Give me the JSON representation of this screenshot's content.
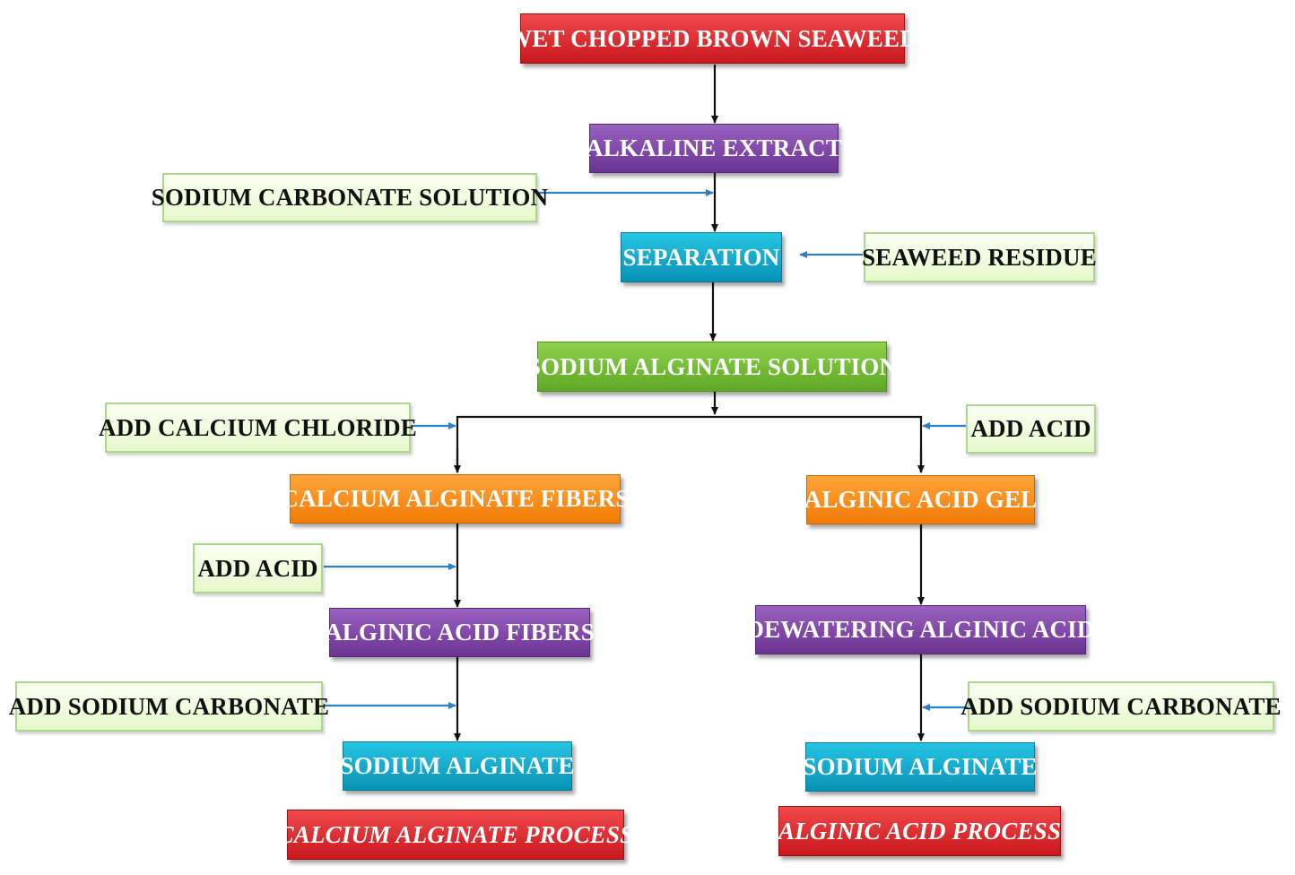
{
  "nodes": {
    "wet_seaweed": "WET  CHOPPED BROWN SEAWEED",
    "alkaline_extract": "ALKALINE  EXTRACT",
    "sodium_carbonate_solution": "SODIUM  CARBONATE  SOLUTION",
    "separation": "SEPARATION",
    "seaweed_residue": "SEAWEED  RESIDUE",
    "sodium_alginate_solution": "SODIUM  ALGINATE  SOLUTION",
    "add_calcium_chloride": "ADD  CALCIUM  CHLORIDE",
    "add_acid_right": "ADD  ACID",
    "calcium_alginate_fibers": "CALCIUM  ALGINATE  FIBERS",
    "alginic_acid_gel": "ALGINIC  ACID  GEL",
    "add_acid_left": "ADD  ACID",
    "alginic_acid_fibers": "ALGINIC  ACID  FIBERS",
    "dewatering_alginic_acid": "DEWATERING  ALGINIC  ACID",
    "add_sodium_carbonate_left": "ADD  SODIUM  CARBONATE",
    "add_sodium_carbonate_right": "ADD  SODIUM  CARBONATE",
    "sodium_alginate_left": "SODIUM  ALGINATE",
    "sodium_alginate_right": "SODIUM  ALGINATE",
    "calcium_alginate_process": "CALCIUM  ALGINATE  PROCESS",
    "alginic_acid_process": "ALGINIC  ACID  PROCESS"
  },
  "colors": {
    "main_arrow": "#111111",
    "input_arrow": "#2e7fc4"
  }
}
